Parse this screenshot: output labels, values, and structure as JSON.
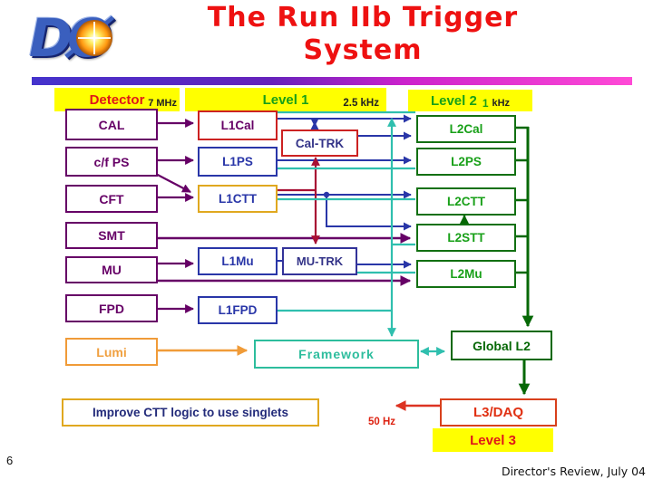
{
  "slide": {
    "logo": "DØ",
    "title_line1": "The Run IIb Trigger",
    "title_line2": "System",
    "page_number": "6",
    "footer": "Director's Review, July 04"
  },
  "stage_headers": {
    "detector": {
      "label": "Detector",
      "rate": "7 MHz"
    },
    "level1": {
      "label": "Level 1",
      "rate": "2.5 kHz"
    },
    "level2": {
      "label": "Level 2",
      "rate_value": "1",
      "rate_unit": "kHz"
    },
    "level3": {
      "label": "Level 3"
    }
  },
  "detectors": {
    "cal": "CAL",
    "cfps": "c/f PS",
    "cft": "CFT",
    "smt": "SMT",
    "mu": "MU",
    "fpd": "FPD",
    "lumi": "Lumi"
  },
  "level1": {
    "l1cal": "L1Cal",
    "l1ps": "L1PS",
    "l1ctt": "L1CTT",
    "l1mu": "L1Mu",
    "l1fpd": "L1FPD",
    "caltrk": "Cal-TRK",
    "mutrk": "MU-TRK"
  },
  "level2": {
    "l2cal": "L2Cal",
    "l2ps": "L2PS",
    "l2ctt": "L2CTT",
    "l2stt": "L2STT",
    "l2mu": "L2Mu",
    "global": "Global L2"
  },
  "framework": {
    "label": "Framework"
  },
  "level3": {
    "l3daq": "L3/DAQ",
    "output_rate": "50 Hz"
  },
  "note": {
    "label": "Improve CTT logic to use singlets"
  },
  "colors": {
    "detector_purple": "#660066",
    "l1_blue": "#2936a8",
    "l1cal_border_red": "#cc2222",
    "l1ctt_border_gold": "#e0a81f",
    "match_text_navy": "#333388",
    "l2_green": "#18a018",
    "dark_green": "#066806",
    "framework_teal": "#2dbd9d",
    "teal_line": "#2fbfae",
    "crimson_line": "#a81034",
    "orange": "#f09b38",
    "red": "#dd2211",
    "header_yellow": "#ffff00",
    "title_red": "#ee1111"
  }
}
